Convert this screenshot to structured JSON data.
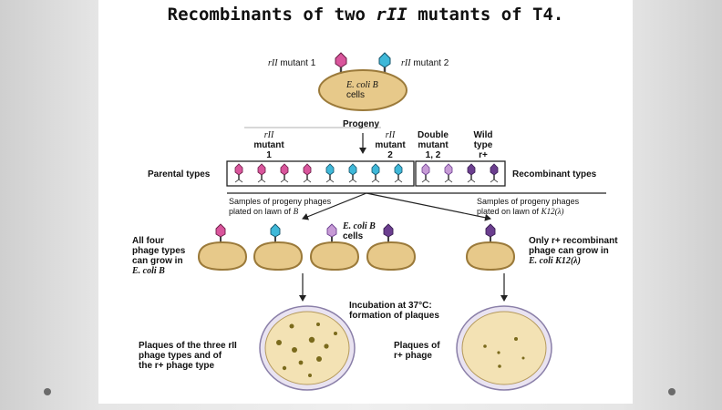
{
  "title": {
    "before": "Recombinants of two ",
    "italic": "rII",
    "after": " mutants of T4."
  },
  "top": {
    "mutant1_italic": "rII",
    "mutant1_rest": " mutant 1",
    "mutant2_italic": "rII",
    "mutant2_rest": " mutant 2",
    "host_line1": "E. coli B",
    "host_line2": "cells",
    "progeny": "Progeny"
  },
  "columns": {
    "rII_mutant_1": [
      "rII",
      "mutant",
      "1"
    ],
    "rII_mutant_2": [
      "rII",
      "mutant",
      "2"
    ],
    "double_mutant": [
      "Double",
      "mutant",
      "1, 2"
    ],
    "wild_type": [
      "Wild",
      "type",
      "r+"
    ]
  },
  "labels": {
    "parental_types": "Parental types",
    "recombinant_types": "Recombinant types",
    "samples_left_1": "Samples of progeny phages",
    "samples_left_2": "plated on lawn of ",
    "samples_left_2_italic": "B",
    "samples_right_1": "Samples of progeny phages",
    "samples_right_2": "plated on lawn of ",
    "samples_right_2_italic": "K12(λ)",
    "mid_host_1": "E. coli B",
    "mid_host_2": "cells",
    "left_note": [
      "All four",
      "phage types",
      "can grow in"
    ],
    "left_note_italic": "E. coli B",
    "right_note": [
      "Only r+ recombinant",
      "phage can grow in"
    ],
    "right_note_italic": "E. coli K12(λ)",
    "incubation_1": "Incubation at 37°C:",
    "incubation_2": "formation of plaques",
    "plaques_left": [
      "Plaques of the three rII",
      "phage types and of",
      "the r+ phage type"
    ],
    "plaques_right": [
      "Plaques of",
      "r+ phage"
    ]
  },
  "colors": {
    "pink": "#d9559c",
    "cyan": "#3fb8d8",
    "lavender": "#c79bd6",
    "purple": "#6b3e8f",
    "cell": "#e7c98a",
    "cell_stroke": "#9b7a3a",
    "plate": "#f3e2b4",
    "plaque": "#7a6a1c"
  }
}
